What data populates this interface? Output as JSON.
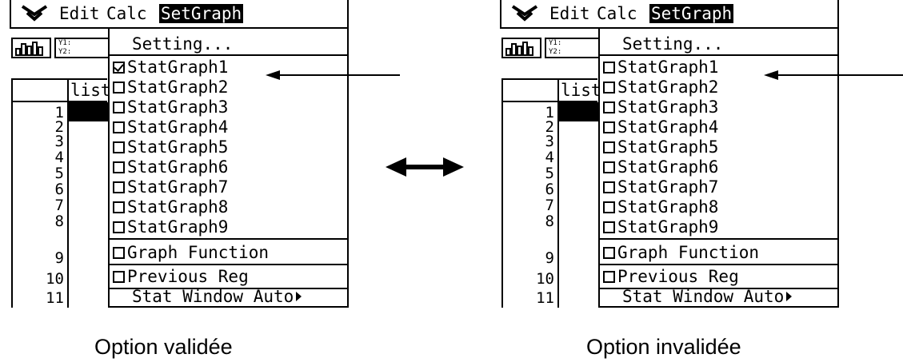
{
  "menubar": {
    "icon": "double-chevron-down-icon",
    "edit": "Edit",
    "calc": "Calc",
    "setgraph": "SetGraph"
  },
  "toolbar": {
    "icon1": "histogram-icon",
    "icon2_line1": "Y1:",
    "icon2_line2": "Y2:"
  },
  "list": {
    "header": "list",
    "rows": [
      "1",
      "2",
      "3",
      "4",
      "5",
      "6",
      "7",
      "8",
      "9",
      "10",
      "11"
    ]
  },
  "menu": {
    "setting": "Setting...",
    "statgraphs": [
      "StatGraph1",
      "StatGraph2",
      "StatGraph3",
      "StatGraph4",
      "StatGraph5",
      "StatGraph6",
      "StatGraph7",
      "StatGraph8",
      "StatGraph9"
    ],
    "graph_function": "Graph Function",
    "previous_reg": "Previous Reg",
    "stat_window_auto": "Stat Window Auto"
  },
  "screens": {
    "left": {
      "statgraph1_checked": true
    },
    "right": {
      "statgraph1_checked": false
    }
  },
  "captions": {
    "left": "Option validée",
    "right": "Option invalidée"
  }
}
